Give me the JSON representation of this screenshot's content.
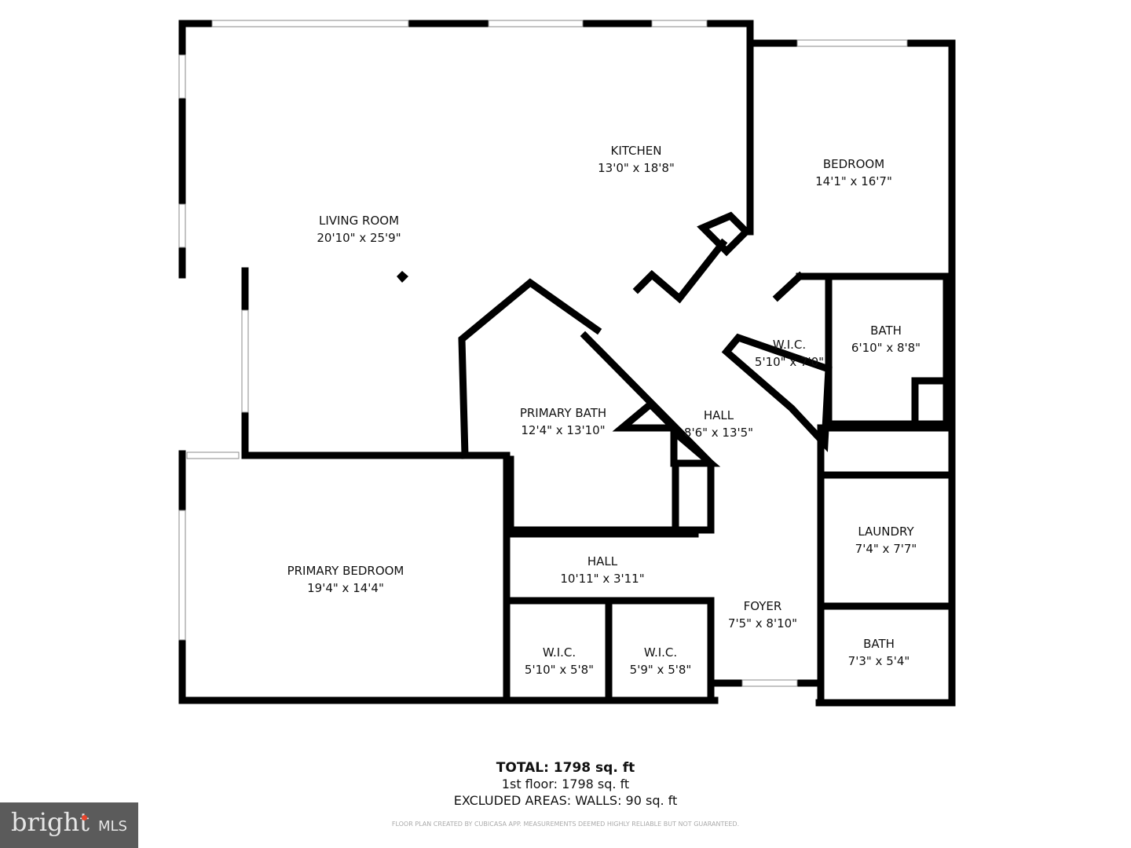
{
  "rooms": [
    {
      "name": "LIVING ROOM",
      "size": "20'10\" x 25'9\""
    },
    {
      "name": "KITCHEN",
      "size": "13'0\" x 18'8\""
    },
    {
      "name": "BEDROOM",
      "size": "14'1\" x 16'7\""
    },
    {
      "name": "W.I.C.",
      "size": "5'10\" x 7'0\""
    },
    {
      "name": "BATH",
      "size": "6'10\" x 8'8\""
    },
    {
      "name": "PRIMARY BATH",
      "size": "12'4\" x 13'10\""
    },
    {
      "name": "HALL",
      "size": "8'6\" x 13'5\""
    },
    {
      "name": "PRIMARY BEDROOM",
      "size": "19'4\" x 14'4\""
    },
    {
      "name": "HALL",
      "size": "10'11\" x 3'11\""
    },
    {
      "name": "LAUNDRY",
      "size": "7'4\" x 7'7\""
    },
    {
      "name": "FOYER",
      "size": "7'5\" x 8'10\""
    },
    {
      "name": "W.I.C.",
      "size": "5'10\" x 5'8\""
    },
    {
      "name": "W.I.C.",
      "size": "5'9\" x 5'8\""
    },
    {
      "name": "BATH",
      "size": "7'3\" x 5'4\""
    }
  ],
  "totals": {
    "total": "TOTAL: 1798 sq. ft",
    "floor": "1st floor: 1798 sq. ft",
    "excluded": "EXCLUDED AREAS: WALLS: 90 sq. ft"
  },
  "disclaimer": "FLOOR PLAN CREATED BY CUBICASA APP. MEASUREMENTS DEEMED HIGHLY RELIABLE BUT NOT GUARANTEED.",
  "logo": {
    "text": "bright",
    "suffix": "MLS",
    "accent": "#e8452c"
  }
}
